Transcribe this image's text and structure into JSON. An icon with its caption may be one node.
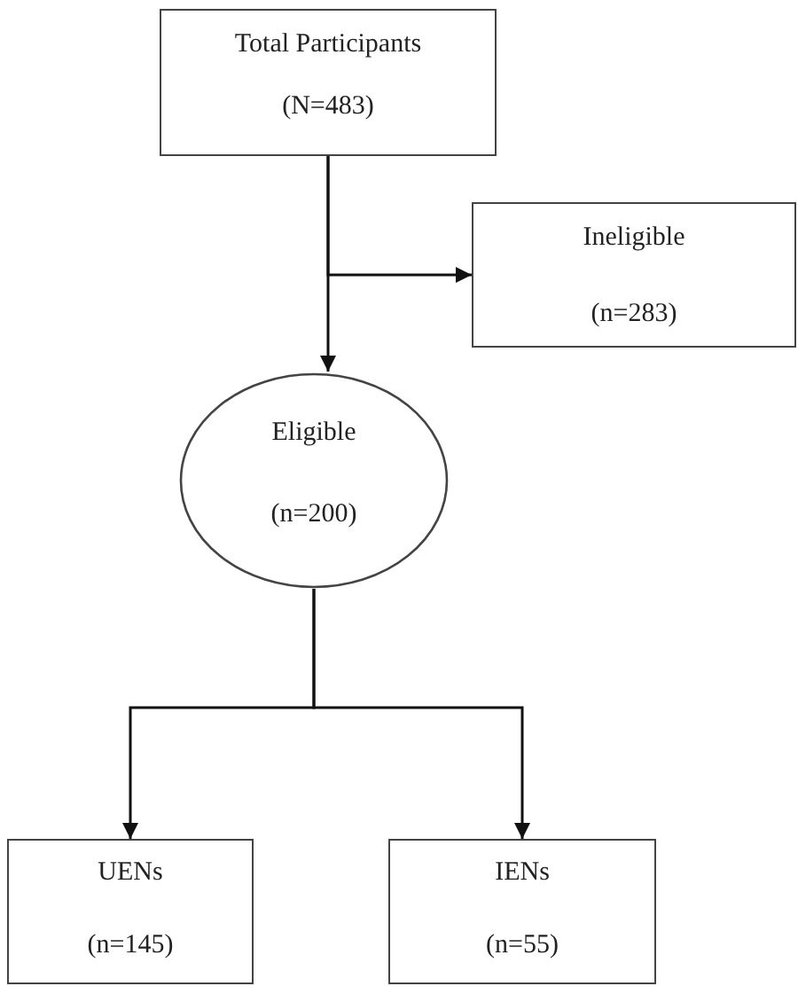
{
  "diagram": {
    "nodes": [
      {
        "text": [
          "Total Participants",
          "(N=483)"
        ]
      },
      {
        "text": [
          "Ineligible",
          "(n=283)"
        ]
      },
      {
        "text": [
          "Eligible",
          "(n=200)"
        ]
      },
      {
        "text": [
          "UENs",
          "(n=145)"
        ]
      },
      {
        "text": [
          "IENs",
          "(n=55)"
        ]
      }
    ],
    "edges": [
      {
        "from": 0,
        "to": 2,
        "arrow": "to"
      },
      {
        "from": 0,
        "to": 1,
        "arrow": "to"
      },
      {
        "from": 2,
        "to": 3,
        "arrow": "to"
      },
      {
        "from": 2,
        "to": 4,
        "arrow": "to"
      }
    ]
  }
}
